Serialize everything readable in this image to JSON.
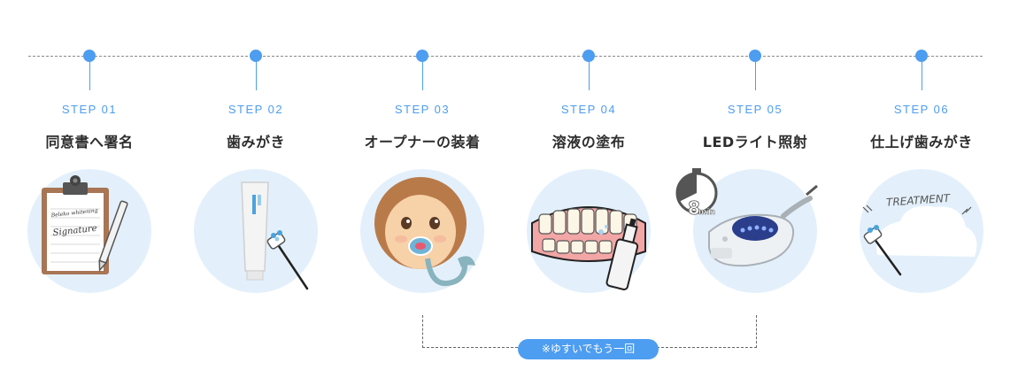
{
  "steps": [
    {
      "label": "STEP 01",
      "title": "同意書へ署名",
      "icon": "clipboard-signature-icon"
    },
    {
      "label": "STEP 02",
      "title": "歯みがき",
      "icon": "toothpaste-toothbrush-icon"
    },
    {
      "label": "STEP 03",
      "title": "オープナーの装着",
      "icon": "mouth-opener-icon"
    },
    {
      "label": "STEP 04",
      "title": "溶液の塗布",
      "icon": "teeth-spray-icon"
    },
    {
      "label": "STEP 05",
      "title": "LEDライト照射",
      "icon": "led-light-timer-icon"
    },
    {
      "label": "STEP 06",
      "title": "仕上げ歯みがき",
      "icon": "treatment-foam-icon"
    }
  ],
  "clipboard": {
    "line1": "Beleko whitening",
    "line2": "Signature"
  },
  "timer_text": "8",
  "timer_unit": "min",
  "treatment_text": "TREATMENT",
  "repeat_note": "※ゆすいでもう一回",
  "colors": {
    "accent": "#4d9df1",
    "circle": "#e3f0fb",
    "title": "#2d2d2d"
  }
}
